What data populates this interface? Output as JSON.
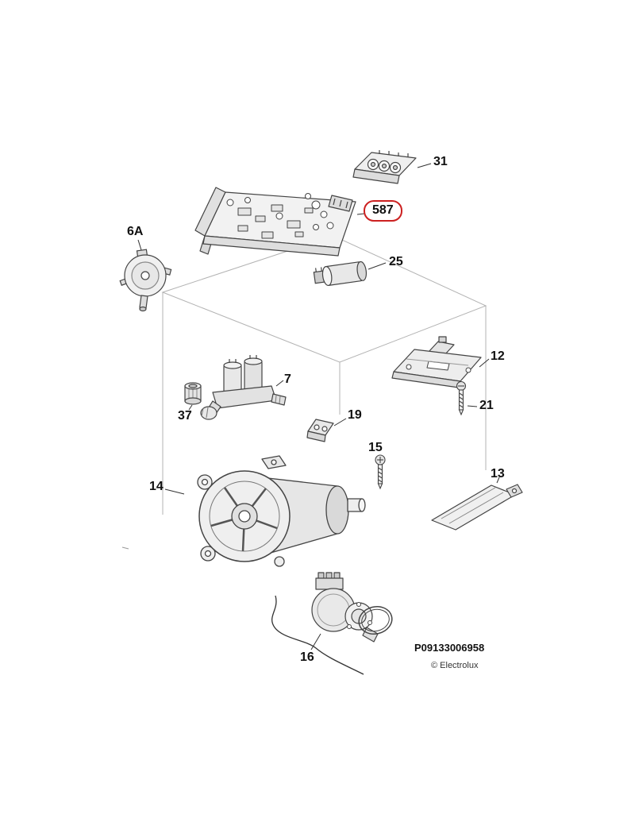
{
  "diagram": {
    "background": "#ffffff",
    "highlight_color": "#cc2020",
    "parts": {
      "p31": "31",
      "p587": "587",
      "p25": "25",
      "p6a": "6A",
      "p12": "12",
      "p21": "21",
      "p7": "7",
      "p37": "37",
      "p19": "19",
      "p15": "15",
      "p13": "13",
      "p14": "14",
      "p16": "16"
    },
    "footer": {
      "code": "P09133006958",
      "copyright": "© Electrolux"
    }
  }
}
